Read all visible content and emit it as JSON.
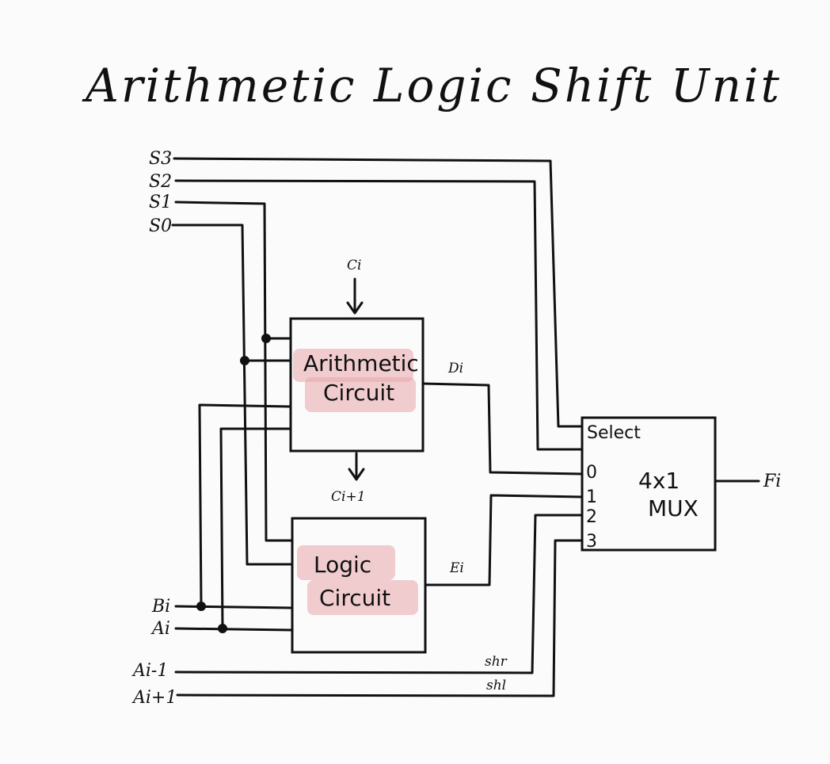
{
  "title": "Arithmetic Logic Shift Unit",
  "select_inputs": [
    "S3",
    "S2",
    "S1",
    "S0"
  ],
  "carry_in": "Ci",
  "carry_out": "Ci+1",
  "data_inputs": [
    "Bi",
    "Ai",
    "Ai-1",
    "Ai+1"
  ],
  "arithmetic_circuit": {
    "line1": "Arithmetic",
    "line2": "Circuit",
    "output": "Di"
  },
  "logic_circuit": {
    "line1": "Logic",
    "line2": "Circuit",
    "output": "Ei"
  },
  "shift_labels": [
    "shr",
    "shl"
  ],
  "mux": {
    "select_label": "Select",
    "inputs": [
      "0",
      "1",
      "2",
      "3"
    ],
    "name_line1": "4x1",
    "name_line2": "MUX",
    "output": "Fi"
  },
  "highlight_color": "#e8a5ab"
}
